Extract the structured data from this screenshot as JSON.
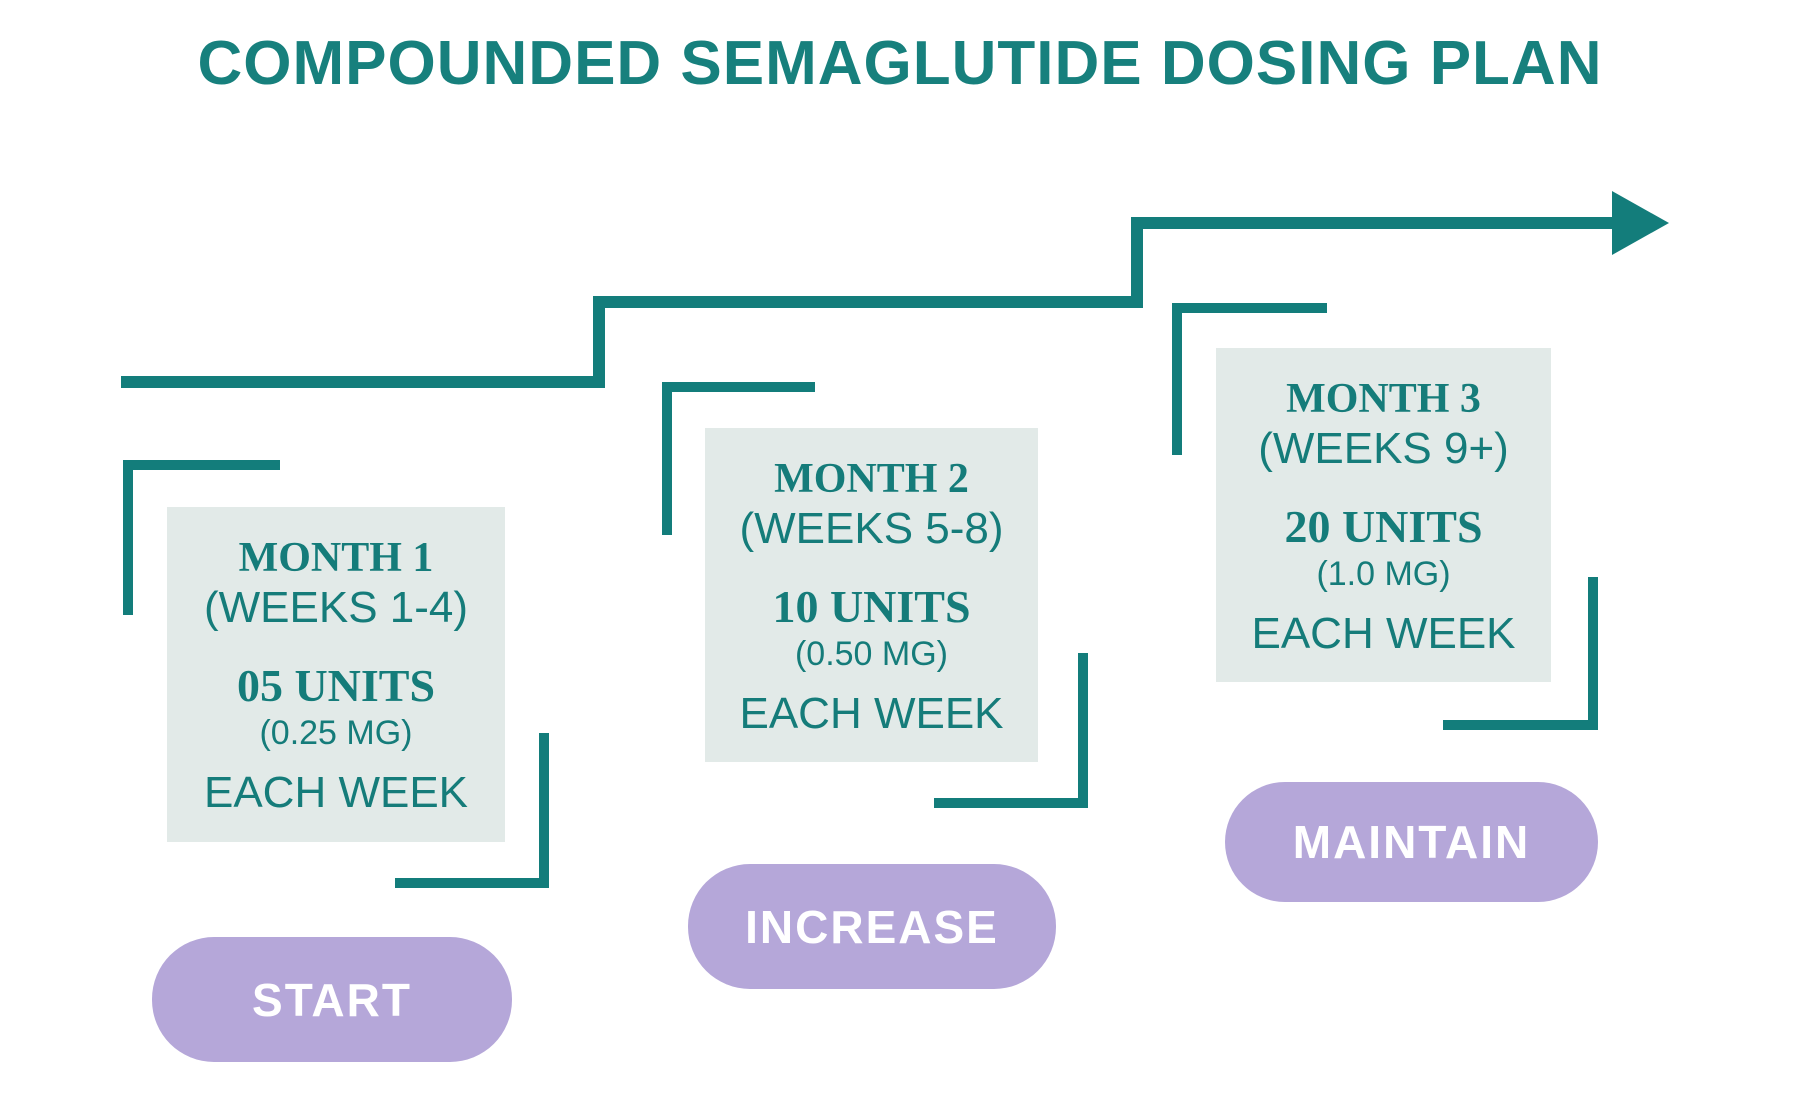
{
  "title": "COMPOUNDED SEMAGLUTIDE DOSING PLAN",
  "colors": {
    "teal": "#137d7b",
    "title_teal": "#17807d",
    "card_background": "#e2eae8",
    "pill_background": "#b5a7d9",
    "pill_text": "#ffffff"
  },
  "stages": [
    {
      "month": "MONTH 1",
      "weeks": "(WEEKS 1-4)",
      "units": "05 UNITS",
      "mg": "(0.25 MG)",
      "frequency": "EACH WEEK",
      "action": "START"
    },
    {
      "month": "MONTH 2",
      "weeks": "(WEEKS 5-8)",
      "units": "10 UNITS",
      "mg": "(0.50 MG)",
      "frequency": "EACH WEEK",
      "action": "INCREASE"
    },
    {
      "month": "MONTH 3",
      "weeks": "(WEEKS 9+)",
      "units": "20 UNITS",
      "mg": "(1.0 MG)",
      "frequency": "EACH WEEK",
      "action": "MAINTAIN"
    }
  ]
}
